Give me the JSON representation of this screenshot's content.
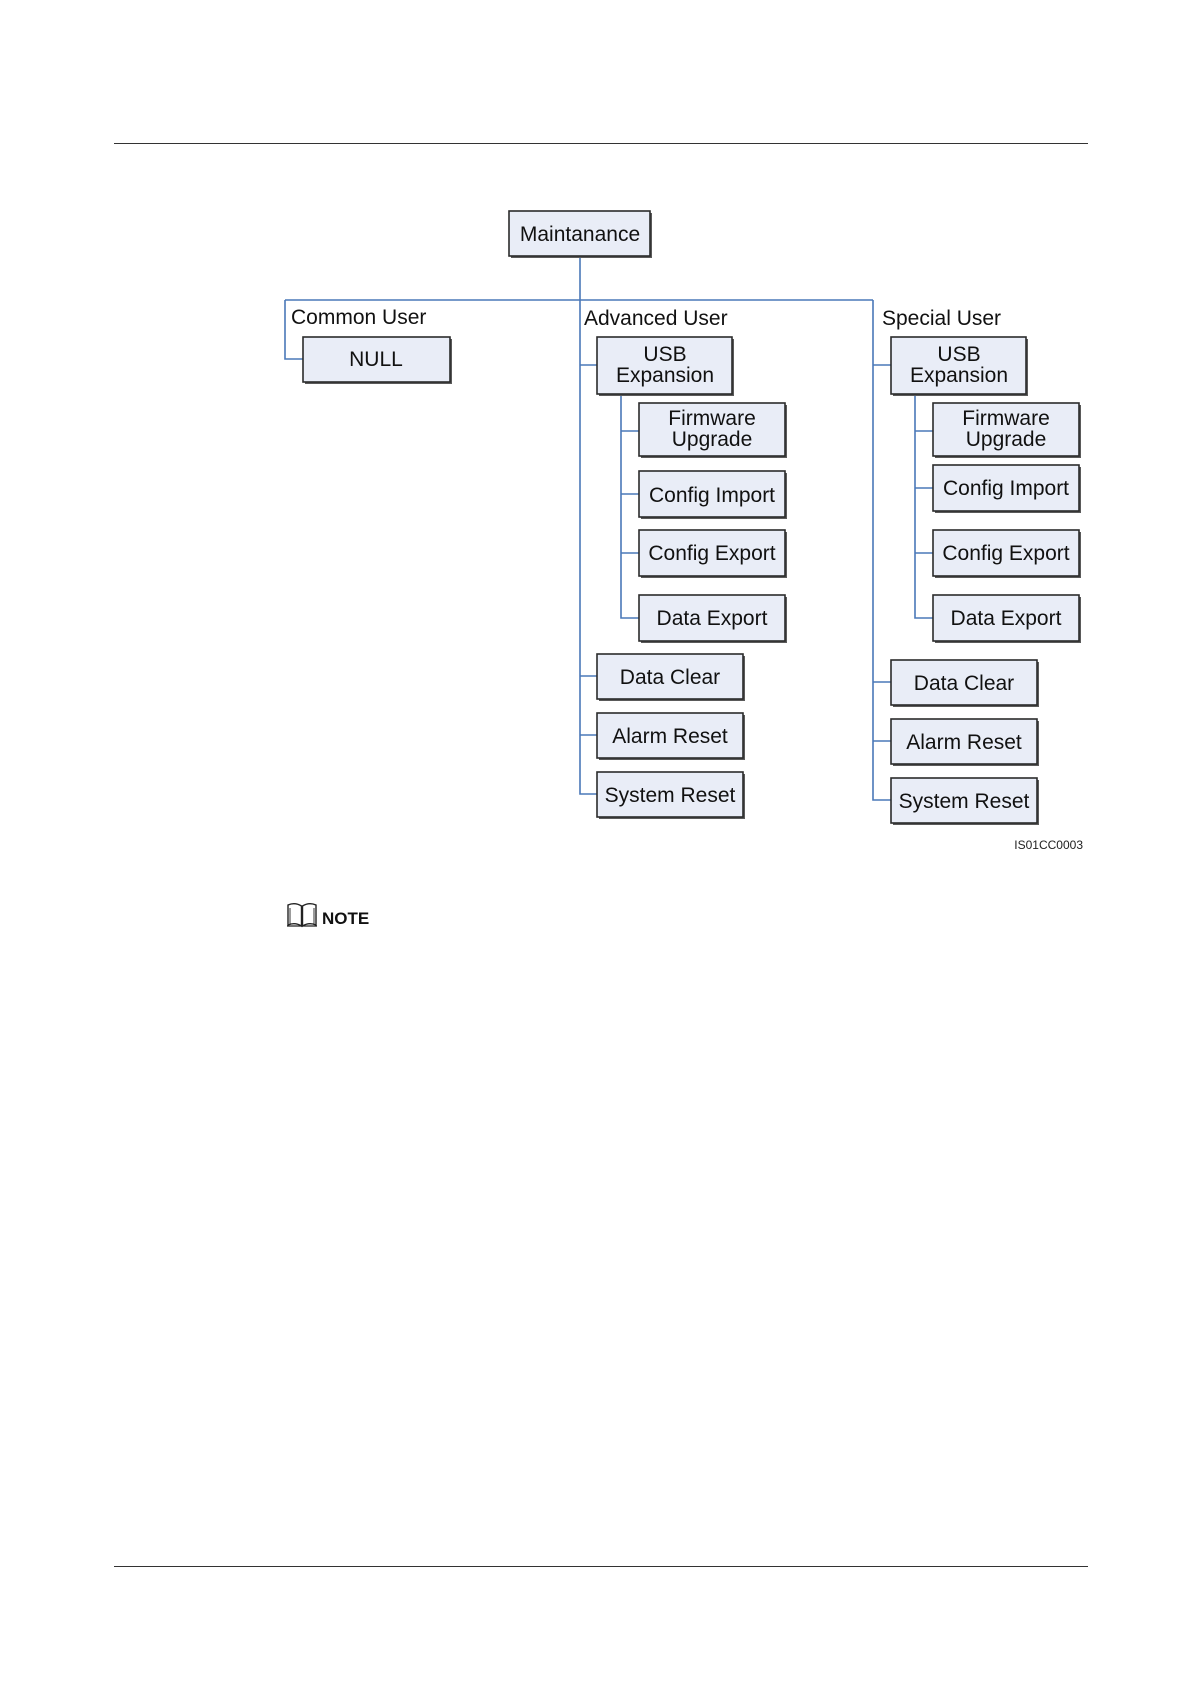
{
  "diagram": {
    "root": "Maintanance",
    "groups": [
      {
        "key": "common",
        "title": "Common User",
        "items": [
          "NULL"
        ]
      },
      {
        "key": "advanced",
        "title": "Advanced User",
        "usb": [
          "USB",
          "Expansion"
        ],
        "sub_items": [
          [
            "Firmware",
            "Upgrade"
          ],
          [
            "Config Import"
          ],
          [
            "Config Export"
          ],
          [
            "Data Export"
          ]
        ],
        "items": [
          "Data Clear",
          "Alarm Reset",
          "System Reset"
        ]
      },
      {
        "key": "special",
        "title": "Special User",
        "usb": [
          "USB",
          "Expansion"
        ],
        "sub_items": [
          [
            "Firmware",
            "Upgrade"
          ],
          [
            "Config Import"
          ],
          [
            "Config Export"
          ],
          [
            "Data Export"
          ]
        ],
        "items": [
          "Data Clear",
          "Alarm Reset",
          "System Reset"
        ]
      }
    ],
    "figure_id": "IS01CC0003"
  },
  "note": {
    "title": "NOTE",
    "icon": "book-icon"
  }
}
